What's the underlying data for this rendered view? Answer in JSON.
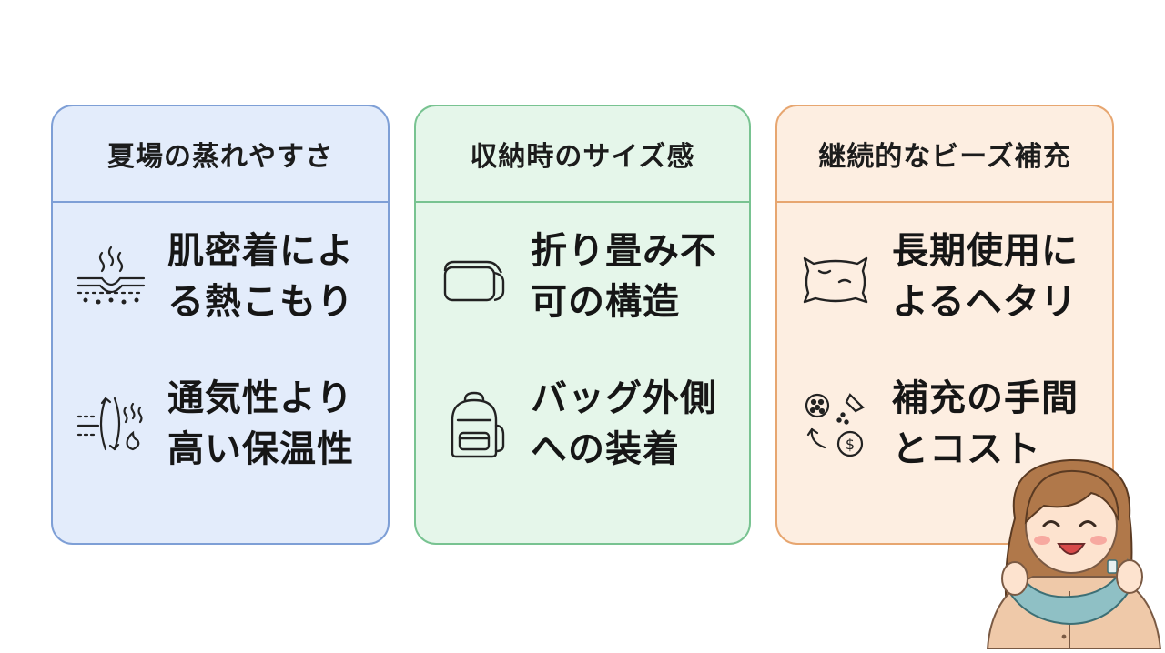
{
  "cards": [
    {
      "title": "夏場の蒸れやすさ",
      "items": [
        {
          "icon": "skin-heat-icon",
          "line1": "肌密着によ",
          "line2": "る熱こもり"
        },
        {
          "icon": "airflow-heat-icon",
          "line1": "通気性より",
          "line2": "高い保温性"
        }
      ]
    },
    {
      "title": "収納時のサイズ感",
      "items": [
        {
          "icon": "pillow-block-icon",
          "line1": "折り畳み不",
          "line2": "可の構造"
        },
        {
          "icon": "backpack-icon",
          "line1": "バッグ外側",
          "line2": "への装着"
        }
      ]
    },
    {
      "title": "継続的なビーズ補充",
      "items": [
        {
          "icon": "flat-pillow-icon",
          "line1": "長期使用に",
          "line2": "よるヘタリ"
        },
        {
          "icon": "beads-refill-cost-icon",
          "line1": "補充の手間",
          "line2": "とコスト"
        }
      ]
    }
  ],
  "colors": {
    "blue_bg": "#e3ecfb",
    "blue_border": "#7e9fd6",
    "green_bg": "#e5f6ea",
    "green_border": "#78c391",
    "orange_bg": "#fdeee1",
    "orange_border": "#e7a670"
  }
}
